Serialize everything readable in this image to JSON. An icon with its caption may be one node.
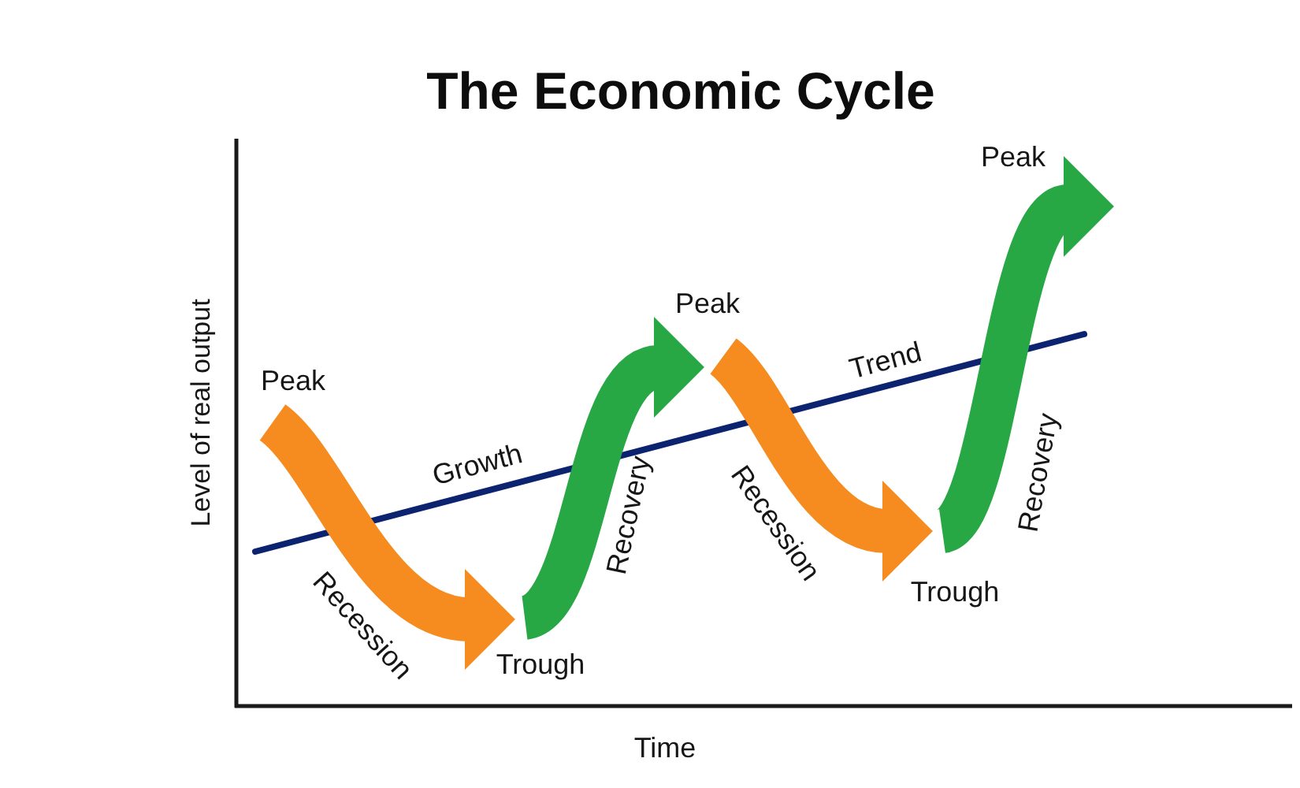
{
  "diagram": {
    "title": "The Economic Cycle",
    "nodes": [
      {
        "text": [
          "Peak"
        ]
      },
      {
        "text": [
          "Trough"
        ]
      },
      {
        "text": [
          "Peak"
        ]
      },
      {
        "text": [
          "Trough"
        ]
      },
      {
        "text": [
          "Peak"
        ]
      }
    ],
    "edges": [
      {
        "from": 0,
        "to": 1,
        "arrow": "to",
        "label": "Recession",
        "color": "#f68b1f"
      },
      {
        "from": 1,
        "to": 2,
        "arrow": "to",
        "label": "Recovery",
        "color": "#27a844"
      },
      {
        "from": 2,
        "to": 3,
        "arrow": "to",
        "label": "Recession",
        "color": "#f68b1f"
      },
      {
        "from": 3,
        "to": 4,
        "arrow": "to",
        "label": "Recovery",
        "color": "#27a844"
      }
    ],
    "labels": [
      "Level of real output",
      "Growth",
      "Trend",
      "Time"
    ]
  }
}
